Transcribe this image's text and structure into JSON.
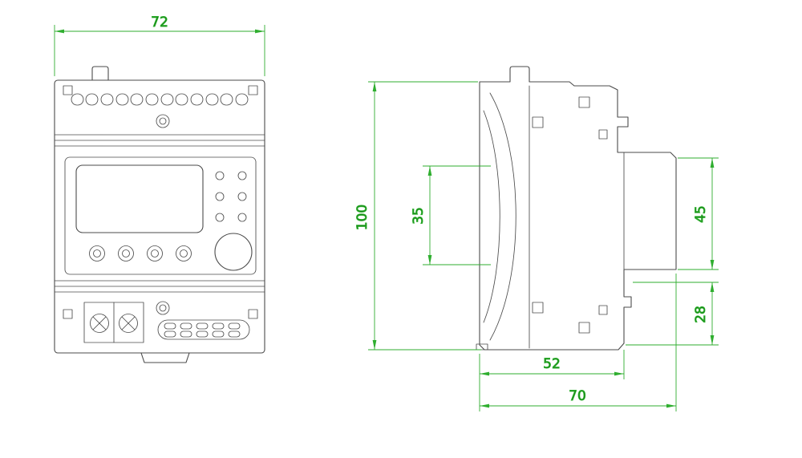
{
  "dimensions": {
    "front_width": "72",
    "overall_height": "100",
    "rail_recess_height": "35",
    "rear_upper_height": "45",
    "rear_lower_height": "28",
    "body_depth": "52",
    "overall_depth": "70"
  },
  "colors": {
    "outline": "#4b4b4b",
    "dimension_line": "#2fae2f",
    "dimension_text": "#0e7d0e",
    "background": "#ffffff"
  }
}
